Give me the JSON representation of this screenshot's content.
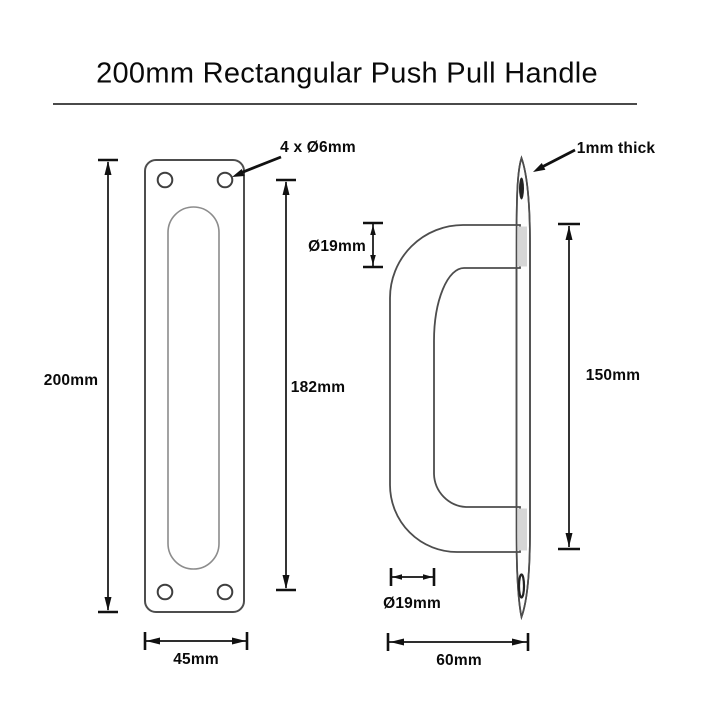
{
  "title": "200mm Rectangular Push Pull Handle",
  "front_view": {
    "overall_height_label": "200mm",
    "fixing_centres_label": "182mm",
    "width_label": "45mm",
    "holes_label": "4 x Ø6mm"
  },
  "side_view": {
    "thickness_label": "1mm thick",
    "tube_diameter_top_label": "Ø19mm",
    "height_label": "150mm",
    "tube_diameter_bottom_label": "Ø19mm",
    "projection_label": "60mm"
  }
}
